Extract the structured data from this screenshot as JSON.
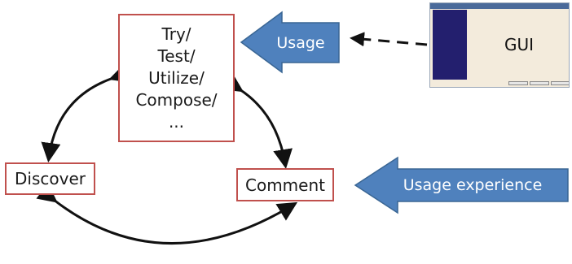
{
  "nodes": {
    "main_lines": [
      "Try/",
      "Test/",
      "Utilize/",
      "Compose/",
      "..."
    ],
    "discover": "Discover",
    "comment": "Comment",
    "gui": "GUI"
  },
  "inputs": {
    "usage": "Usage",
    "usage_experience": "Usage experience"
  },
  "colors": {
    "box_border": "#c0504d",
    "arrow_fill": "#4f81bd",
    "arrow_stroke": "#3a6694",
    "connector": "#111111",
    "gui_panel": "#231f6e",
    "gui_bg": "#f3ebdc"
  }
}
